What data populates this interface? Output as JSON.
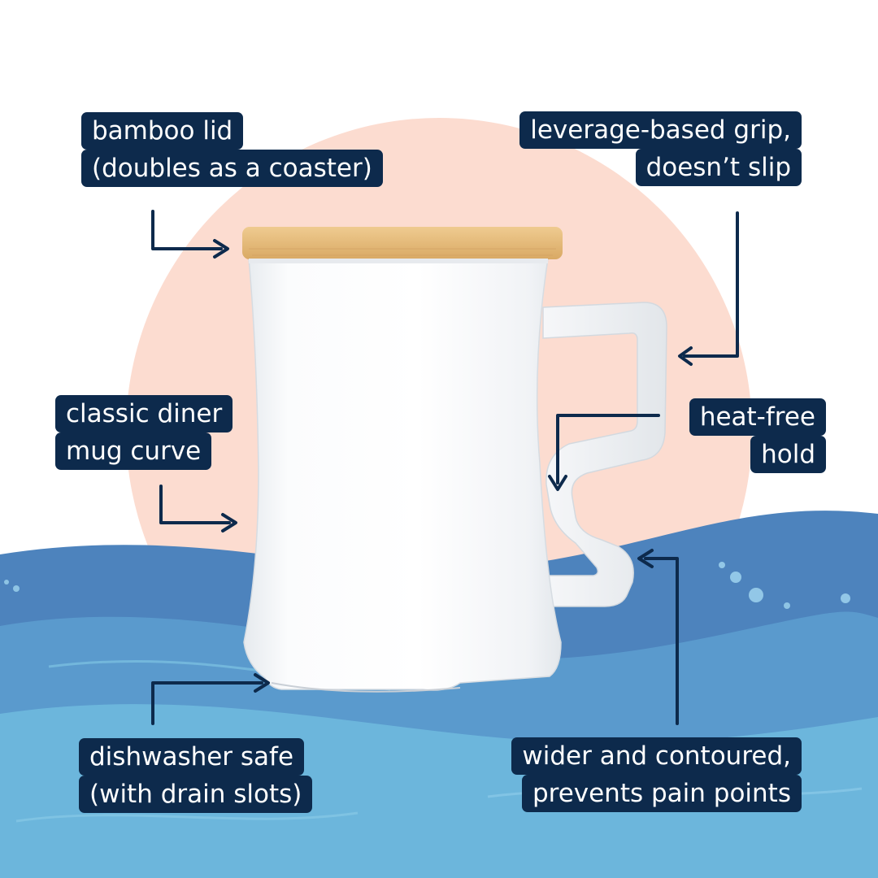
{
  "callouts": {
    "lid": {
      "line1": "bamboo lid",
      "line2": "(doubles as a coaster)"
    },
    "grip": {
      "line1": "leverage-based grip,",
      "line2": "doesn’t slip"
    },
    "curve": {
      "line1": "classic diner",
      "line2": "mug curve"
    },
    "heat": {
      "line1": "heat-free",
      "line2": "hold"
    },
    "dishwasher": {
      "line1": "dishwasher safe",
      "line2": "(with drain slots)"
    },
    "wider": {
      "line1": "wider and contoured,",
      "line2": "prevents pain points"
    }
  },
  "colors": {
    "label_background": "#0d2a4c",
    "label_text": "#ffffff",
    "arrow": "#0d2a4c",
    "circle": "#fcdcd0",
    "water_dark": "#4d83bd",
    "water_mid": "#5a9acd",
    "water_light": "#6cb6dc",
    "bamboo": "#e3b87a"
  }
}
